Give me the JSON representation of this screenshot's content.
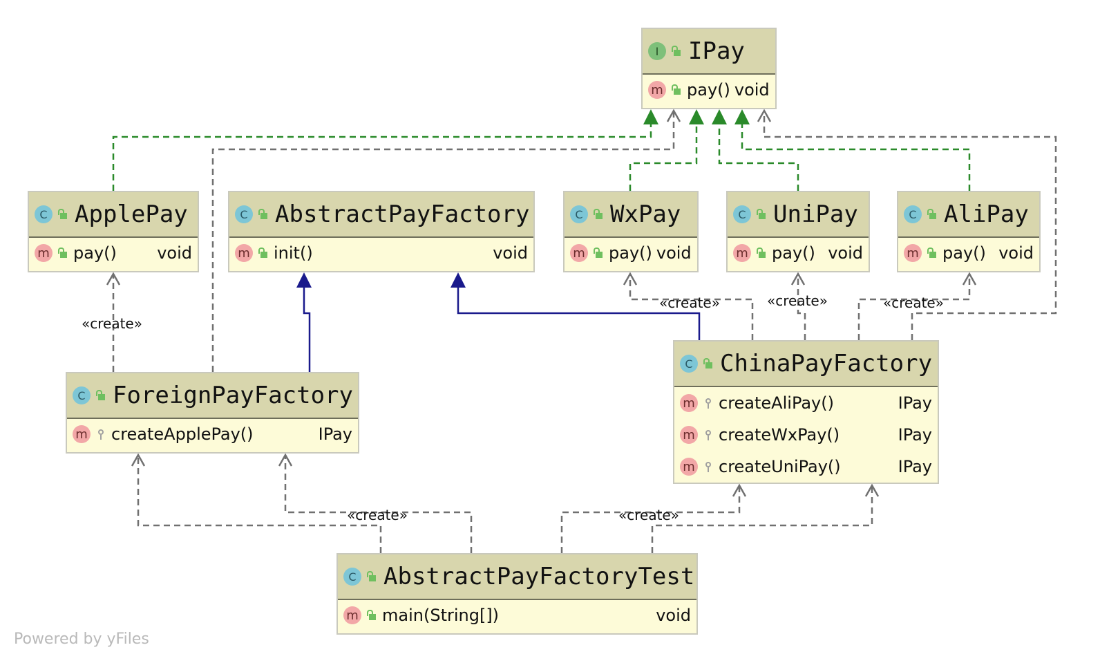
{
  "classes": {
    "ipay": {
      "kind": "I",
      "name": "IPay",
      "methods": [
        {
          "name": "pay()",
          "type": "void"
        }
      ]
    },
    "applepay": {
      "kind": "C",
      "name": "ApplePay",
      "methods": [
        {
          "name": "pay()",
          "type": "void"
        }
      ]
    },
    "abstractpayfactory": {
      "kind": "C",
      "name": "AbstractPayFactory",
      "methods": [
        {
          "name": "init()",
          "type": "void"
        }
      ]
    },
    "wxpay": {
      "kind": "C",
      "name": "WxPay",
      "methods": [
        {
          "name": "pay()",
          "type": "void"
        }
      ]
    },
    "unipay": {
      "kind": "C",
      "name": "UniPay",
      "methods": [
        {
          "name": "pay()",
          "type": "void"
        }
      ]
    },
    "alipay": {
      "kind": "C",
      "name": "AliPay",
      "methods": [
        {
          "name": "pay()",
          "type": "void"
        }
      ]
    },
    "foreignpayfactory": {
      "kind": "C",
      "name": "ForeignPayFactory",
      "methods": [
        {
          "name": "createApplePay()",
          "type": "IPay"
        }
      ]
    },
    "chinapayfactory": {
      "kind": "C",
      "name": "ChinaPayFactory",
      "methods": [
        {
          "name": "createAliPay()",
          "type": "IPay"
        },
        {
          "name": "createWxPay()",
          "type": "IPay"
        },
        {
          "name": "createUniPay()",
          "type": "IPay"
        }
      ]
    },
    "abstractpayfactorytest": {
      "kind": "C",
      "name": "AbstractPayFactoryTest",
      "methods": [
        {
          "name": "main(String[])",
          "type": "void"
        }
      ]
    }
  },
  "relations": {
    "create_label": "«create»"
  },
  "colors": {
    "realization": "#2a8a2a",
    "inheritance": "#1a1a8c",
    "dependency": "#707070"
  },
  "footer": "Powered by yFiles"
}
